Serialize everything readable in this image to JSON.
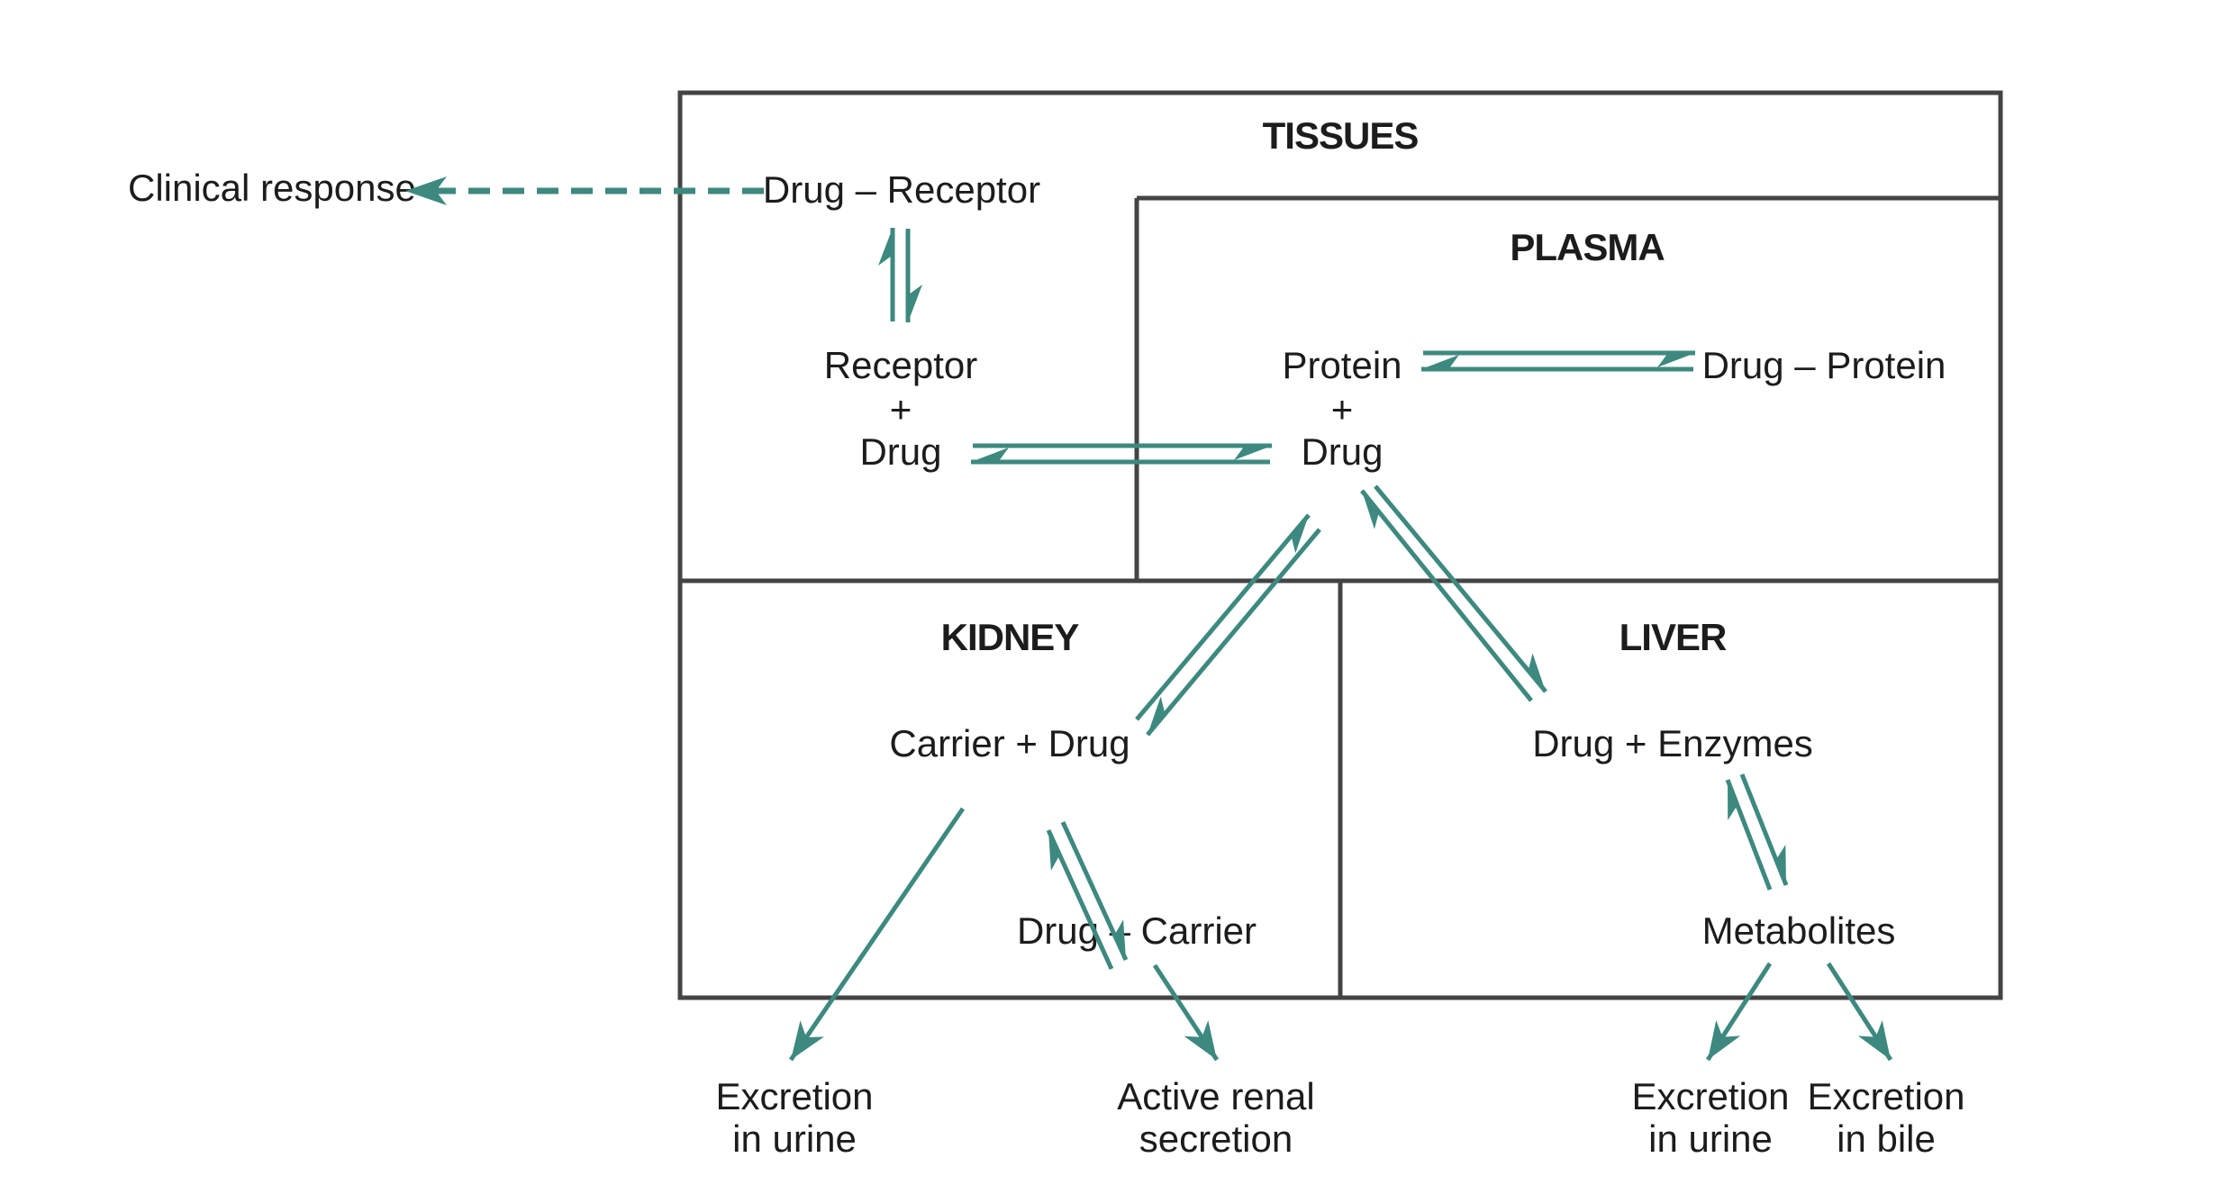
{
  "diagram": {
    "title": "Drug distribution: tissues, plasma, kidney and liver",
    "colors": {
      "arrow": "#3d897f",
      "box": "#444444",
      "text": "#1c1c1c"
    },
    "compartments": {
      "tissues": "TISSUES",
      "plasma": "PLASMA",
      "kidney": "KIDNEY",
      "liver": "LIVER"
    },
    "external": {
      "clinical_response": "Clinical response"
    },
    "tissues": {
      "drug_receptor": "Drug – Receptor",
      "receptor": "Receptor",
      "plus": "+",
      "drug": "Drug"
    },
    "plasma": {
      "protein": "Protein",
      "plus": "+",
      "drug": "Drug",
      "drug_protein": "Drug – Protein"
    },
    "kidney": {
      "carrier_drug": "Carrier + Drug",
      "drug_carrier": "Drug – Carrier"
    },
    "liver": {
      "drug_enzymes": "Drug + Enzymes",
      "metabolites": "Metabolites"
    },
    "outputs": {
      "kidney_urine": [
        "Excretion",
        "in urine"
      ],
      "active_renal": [
        "Active renal",
        "secretion"
      ],
      "liver_urine": [
        "Excretion",
        "in urine"
      ],
      "bile": [
        "Excretion",
        "in bile"
      ]
    },
    "edges": [
      {
        "from": "Drug – Receptor",
        "to": "Clinical response",
        "style": "dashed"
      },
      {
        "from": "Drug – Receptor",
        "to": "Receptor + Drug",
        "style": "reversible"
      },
      {
        "from": "Receptor + Drug",
        "to": "Protein + Drug",
        "style": "reversible"
      },
      {
        "from": "Protein + Drug",
        "to": "Drug – Protein",
        "style": "reversible"
      },
      {
        "from": "Protein + Drug",
        "to": "Carrier + Drug",
        "style": "reversible"
      },
      {
        "from": "Protein + Drug",
        "to": "Drug + Enzymes",
        "style": "reversible"
      },
      {
        "from": "Carrier + Drug",
        "to": "Drug – Carrier",
        "style": "reversible"
      },
      {
        "from": "Carrier + Drug",
        "to": "Excretion in urine",
        "style": "one-way"
      },
      {
        "from": "Drug – Carrier",
        "to": "Active renal secretion",
        "style": "one-way"
      },
      {
        "from": "Drug + Enzymes",
        "to": "Metabolites",
        "style": "reversible"
      },
      {
        "from": "Metabolites",
        "to": "Excretion in urine",
        "style": "one-way"
      },
      {
        "from": "Metabolites",
        "to": "Excretion in bile",
        "style": "one-way"
      }
    ]
  }
}
